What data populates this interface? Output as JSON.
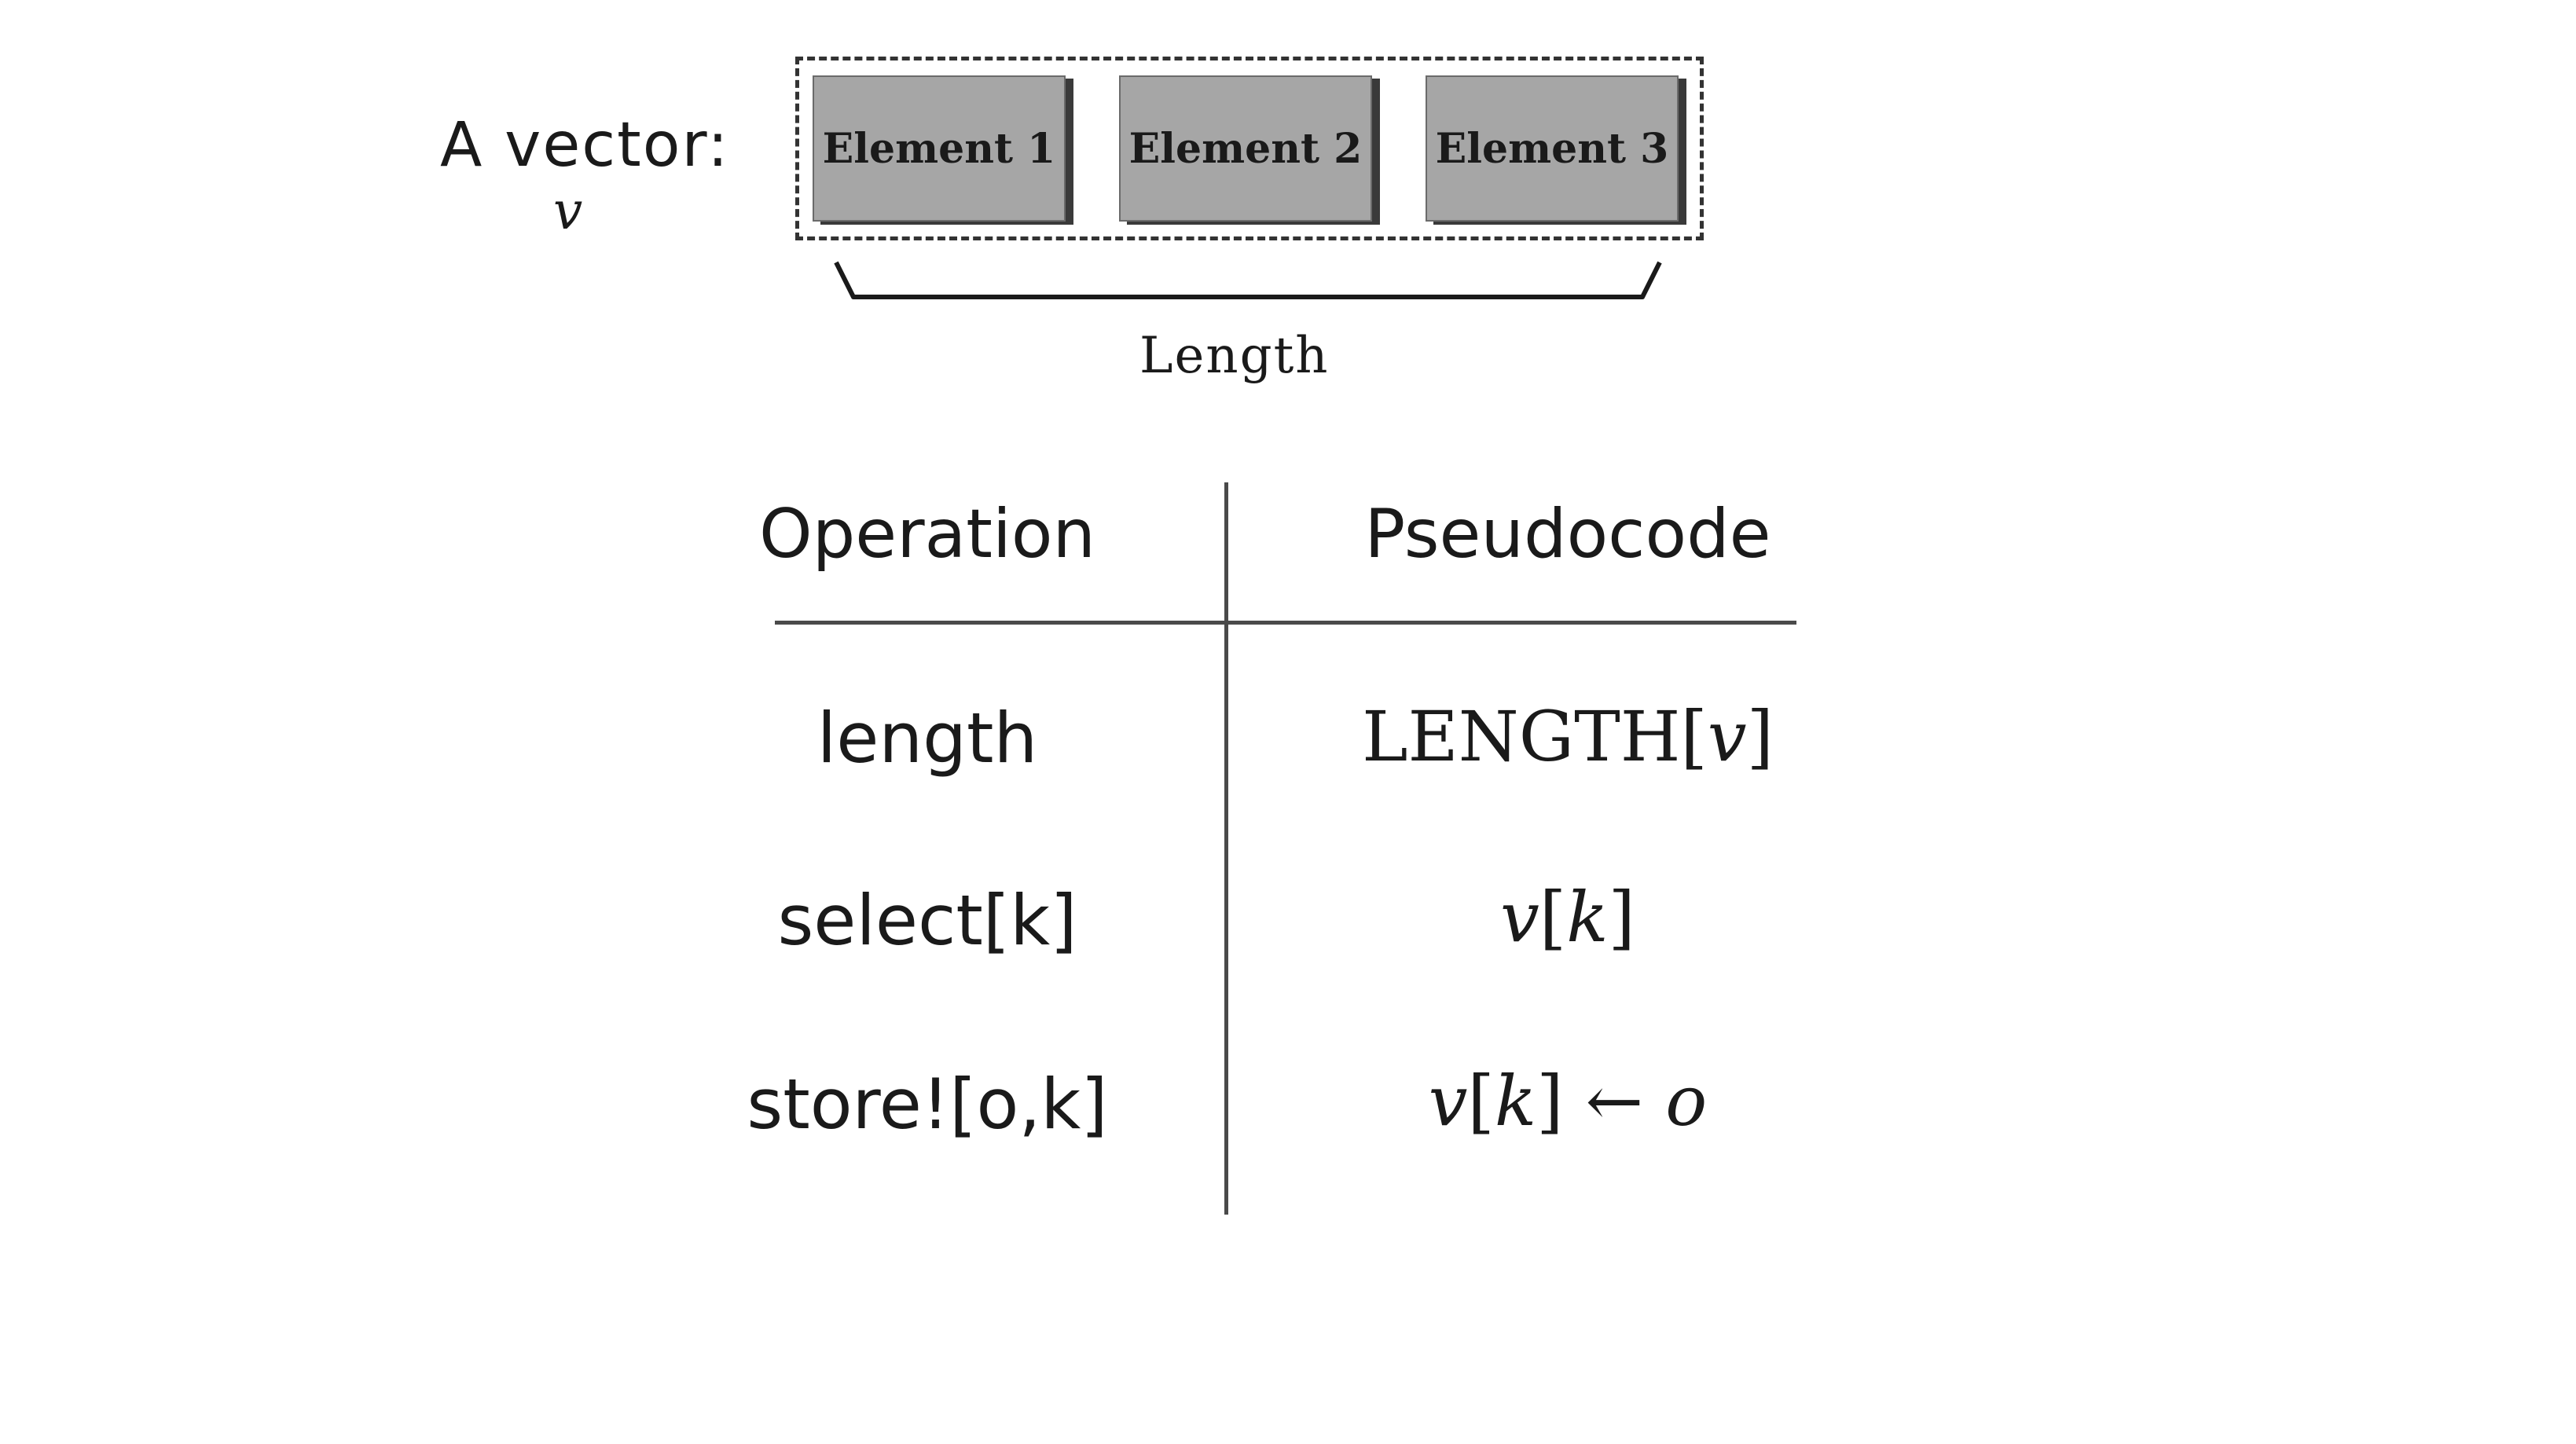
{
  "diagram": {
    "vector_label": "A vector:",
    "vector_variable": "v",
    "elements": [
      "Element 1",
      "Element 2",
      "Element 3"
    ],
    "length_caption": "Length"
  },
  "table": {
    "headers": {
      "operation": "Operation",
      "pseudocode": "Pseudocode"
    },
    "rows": [
      {
        "operation": "length",
        "pseudocode": {
          "plain": "LENGTH[",
          "var": "v",
          "close": "]"
        }
      },
      {
        "operation": "select[k]",
        "pseudocode": {
          "var": "v",
          "open": "[",
          "index": "k",
          "close": "]"
        }
      },
      {
        "operation": "store![o,k]",
        "pseudocode": {
          "var": "v",
          "open": "[",
          "index": "k",
          "close": "]",
          "arrow": "←",
          "value": "o"
        }
      }
    ]
  }
}
